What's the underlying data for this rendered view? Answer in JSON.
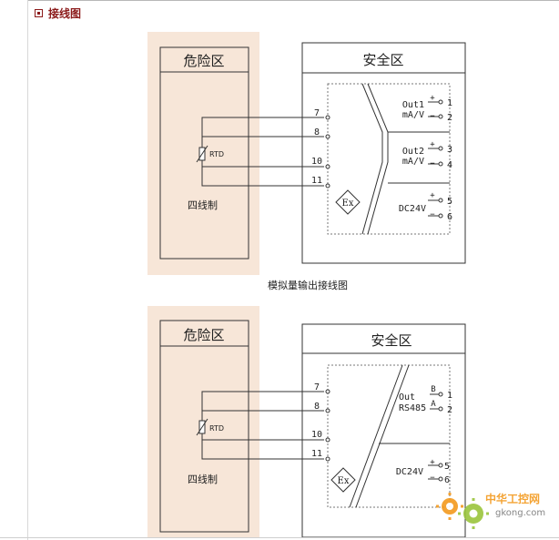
{
  "section": {
    "title": "接线图"
  },
  "diagram1": {
    "hazard_label": "危险区",
    "safe_label": "安全区",
    "sensor_label": "RTD",
    "wiring_label": "四线制",
    "input_terminals": [
      "7",
      "8",
      "10",
      "11"
    ],
    "outputs": [
      {
        "line1": "Out1",
        "line2": "mA/V",
        "pos": "+",
        "neg": "−",
        "t1": "1",
        "t2": "2"
      },
      {
        "line1": "Out2",
        "line2": "mA/V",
        "pos": "+",
        "neg": "−",
        "t1": "3",
        "t2": "4"
      },
      {
        "line1": "DC24V",
        "line2": "",
        "pos": "+",
        "neg": "−",
        "t1": "5",
        "t2": "6"
      }
    ],
    "ex_symbol": "Ex",
    "caption": "模拟量输出接线图"
  },
  "diagram2": {
    "hazard_label": "危险区",
    "safe_label": "安全区",
    "sensor_label": "RTD",
    "wiring_label": "四线制",
    "input_terminals": [
      "7",
      "8",
      "10",
      "11"
    ],
    "outputs": [
      {
        "line1": "Out",
        "line2": "RS485",
        "pos": "B",
        "neg": "A",
        "t1": "1",
        "t2": "2"
      },
      {
        "line1": "DC24V",
        "line2": "",
        "pos": "+",
        "neg": "−",
        "t1": "5",
        "t2": "6"
      }
    ],
    "ex_symbol": "Ex"
  },
  "watermark": {
    "brand": "中华工控网",
    "url": "gkong.com"
  },
  "colors": {
    "accent": "#8b1a1a",
    "hazard_bg": "#f7e6d8",
    "line": "#333333"
  }
}
